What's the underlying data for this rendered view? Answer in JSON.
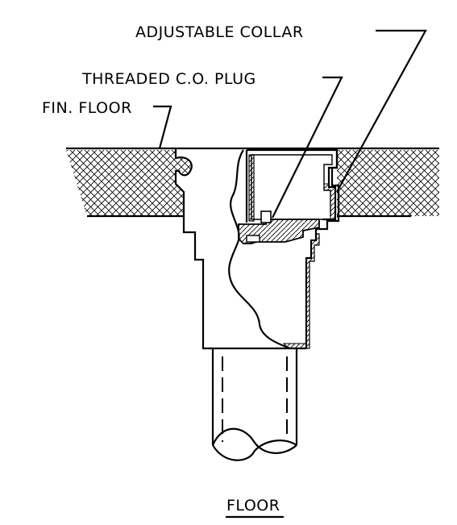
{
  "labels": {
    "adjustable_collar": "ADJUSTABLE COLLAR",
    "threaded_plug": "THREADED C.O. PLUG",
    "fin_floor": "FIN. FLOOR",
    "caption": "FLOOR"
  },
  "colors": {
    "line": "#000000",
    "background": "#ffffff"
  }
}
